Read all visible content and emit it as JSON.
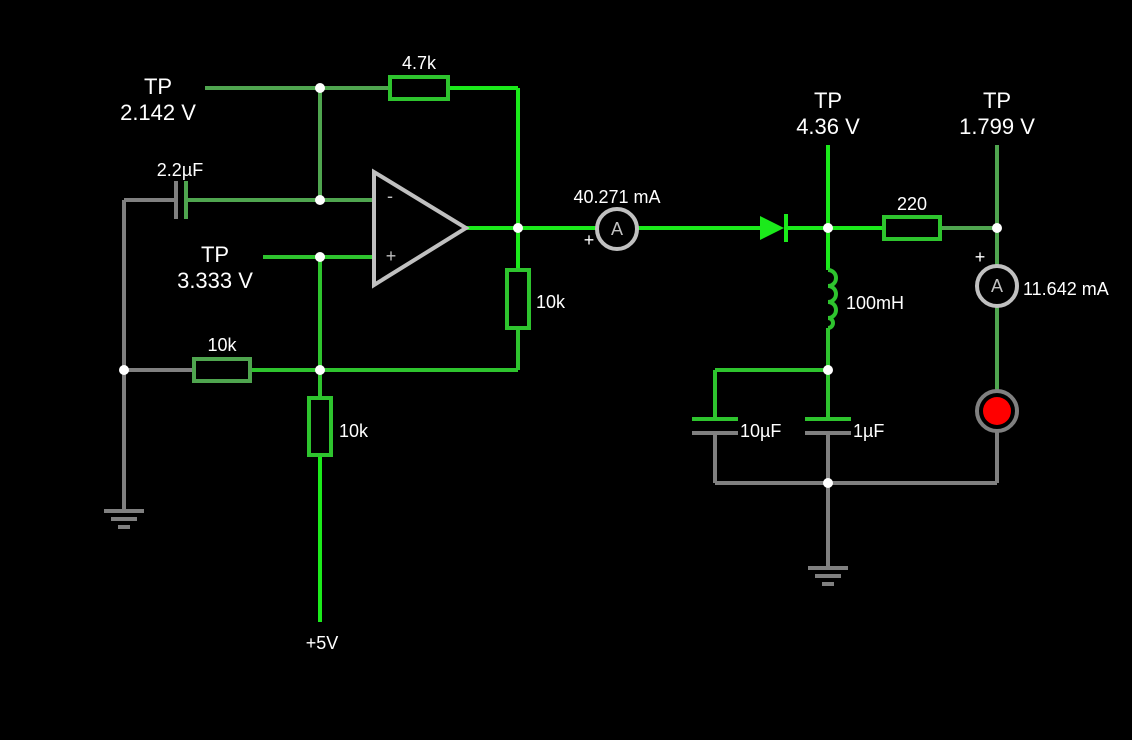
{
  "colors": {
    "bright_wire": "#1bea1b",
    "mid_wire": "#2ec42e",
    "dim_wire": "#4fa54f",
    "ground_wire": "#808080",
    "opamp_outline": "#c0c0c0",
    "led_fill": "#ff0000",
    "label_text": "#ffffff",
    "background": "#000000"
  },
  "test_points": {
    "tp1": {
      "label": "TP",
      "value": "2.142 V"
    },
    "tp2": {
      "label": "TP",
      "value": "3.333 V"
    },
    "tp3": {
      "label": "TP",
      "value": "4.36 V"
    },
    "tp4": {
      "label": "TP",
      "value": "1.799 V"
    }
  },
  "components": {
    "r_feedback": "4.7k",
    "c_input": "2.2µF",
    "r_output_pulldown": "10k",
    "r_bias_left": "10k",
    "r_bias_bottom": "10k",
    "r_series": "220",
    "inductor": "100mH",
    "c_bulk": "10µF",
    "c_small": "1µF",
    "opamp_minus": "-",
    "opamp_plus": "+"
  },
  "meters": {
    "ammeter_main": {
      "symbol": "A",
      "reading": "40.271 mA",
      "polarity": "+"
    },
    "ammeter_led": {
      "symbol": "A",
      "reading": "11.642 mA",
      "polarity": "+"
    }
  },
  "supply": {
    "label": "+5V"
  },
  "icons": {
    "ground": "ground-icon",
    "diode": "diode-icon",
    "led": "led-icon",
    "opamp": "opamp-icon",
    "ammeter": "ammeter-icon"
  }
}
